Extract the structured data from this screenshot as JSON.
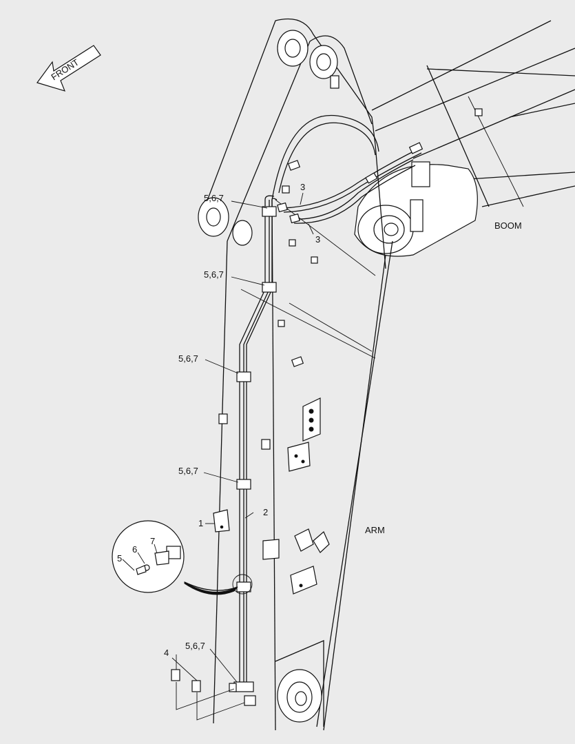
{
  "labels": {
    "front": "FRONT",
    "boom": "BOOM",
    "arm": "ARM",
    "callout_567": "5,6,7",
    "callout_1": "1",
    "callout_2": "2",
    "callout_3": "3",
    "callout_4": "4",
    "callout_5": "5",
    "callout_6": "6",
    "callout_7": "7"
  },
  "colors": {
    "background": "#ebebeb",
    "ink": "#111111",
    "paper": "#ffffff"
  }
}
